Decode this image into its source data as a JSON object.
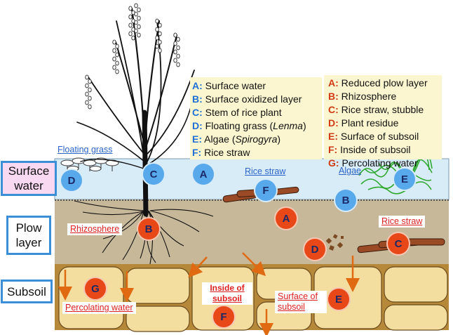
{
  "layers": {
    "surface": "Surface water",
    "plow": "Plow layer",
    "subsoil": "Subsoil"
  },
  "legend_blue": [
    {
      "key": "A:",
      "text": "Surface water"
    },
    {
      "key": "B:",
      "text": "Surface oxidized layer"
    },
    {
      "key": "C:",
      "text": "Stem of rice plant"
    },
    {
      "key": "D:",
      "text": "Floating grass (",
      "italic": "Lenma",
      "after": ")"
    },
    {
      "key": "E:",
      "text": "Algae (",
      "italic": "Spirogyra",
      "after": ")"
    },
    {
      "key": "F:",
      "text": "Rice straw"
    }
  ],
  "legend_red": [
    {
      "key": "A:",
      "text": "Reduced plow layer"
    },
    {
      "key": "B:",
      "text": "Rhizosphere"
    },
    {
      "key": "C:",
      "text": "Rice straw, stubble"
    },
    {
      "key": "D:",
      "text": "Plant residue"
    },
    {
      "key": "E:",
      "text": "Surface of subsoil"
    },
    {
      "key": "F:",
      "text": "Inside of subsoil"
    },
    {
      "key": "G:",
      "text": "Percolating water"
    }
  ],
  "tags": {
    "floating_grass": "Floating grass",
    "rice_straw_water": "Rice straw",
    "algae": "Algae",
    "rhizosphere": "Rhizosphere",
    "rice_straw_plow": "Rice straw",
    "inside_subsoil": "Inside of subsoil",
    "surface_subsoil": "Surface of subsoil",
    "percolating_water": "Percolating water"
  },
  "badges": {
    "water_D": "D",
    "water_C": "C",
    "water_A": "A",
    "water_F": "F",
    "water_B": "B",
    "water_E": "E",
    "soil_B": "B",
    "soil_A": "A",
    "soil_D": "D",
    "soil_C": "C",
    "soil_G": "G",
    "soil_F": "F",
    "soil_E": "E"
  },
  "colors": {
    "water": "#d8ecf7",
    "plow_soil": "#c8b89a",
    "subsoil_fill": "#f3dea0",
    "subsoil_bg": "#b5883a",
    "blue_badge": "#58a8ec",
    "red_badge": "#e84818",
    "legend_bg": "#fbf6cf",
    "label_border": "#3b8fd9"
  }
}
